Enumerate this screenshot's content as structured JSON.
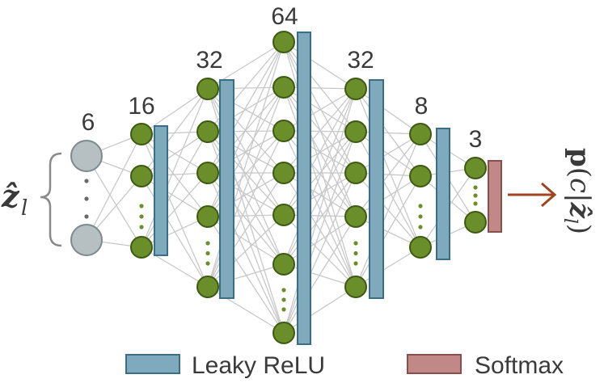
{
  "input": {
    "label": "ẑ",
    "subscript": "l"
  },
  "layers": [
    {
      "count": "6"
    },
    {
      "count": "16"
    },
    {
      "count": "32"
    },
    {
      "count": "64"
    },
    {
      "count": "32"
    },
    {
      "count": "8"
    },
    {
      "count": "3"
    }
  ],
  "output": {
    "label_p": "p",
    "label_open": "(",
    "label_c": "c",
    "label_bar": "|",
    "label_z": "ẑ",
    "label_sub": "l",
    "label_close": ")"
  },
  "legend": {
    "relu_label": "Leaky ReLU",
    "softmax_label": "Softmax"
  },
  "colors": {
    "input_node": "#b6bfc2",
    "node": "#6a8f2a",
    "relu_bar": "#7fa9bd",
    "softmax_bar": "#c08987",
    "arrow": "#a0451f",
    "edge": "#c8c8c8",
    "dots_green": "#6a8f2a",
    "dots_gray": "#6a6a6a"
  }
}
